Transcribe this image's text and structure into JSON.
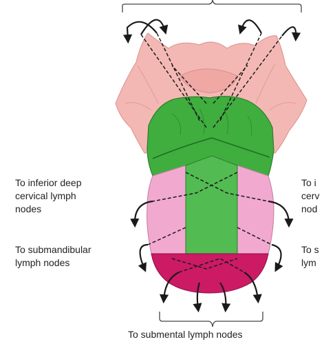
{
  "labels": {
    "left_upper": "To inferior deep\ncervical lymph\nnodes",
    "left_lower": "To submandibular\nlymph nodes",
    "right_upper": "To i\ncerv\nnod",
    "right_lower": "To s\nlym",
    "bottom": "To submental lymph nodes"
  },
  "regions": {
    "pharyngeal_color": "#f2b3b0",
    "posterior_color": "#3aa83a",
    "posterior_dark": "#2b8a2b",
    "central_color": "#4cb84c",
    "lateral_color": "#f0a6cf",
    "tip_color": "#c8185f",
    "arrow_color": "#1a1a1a"
  }
}
